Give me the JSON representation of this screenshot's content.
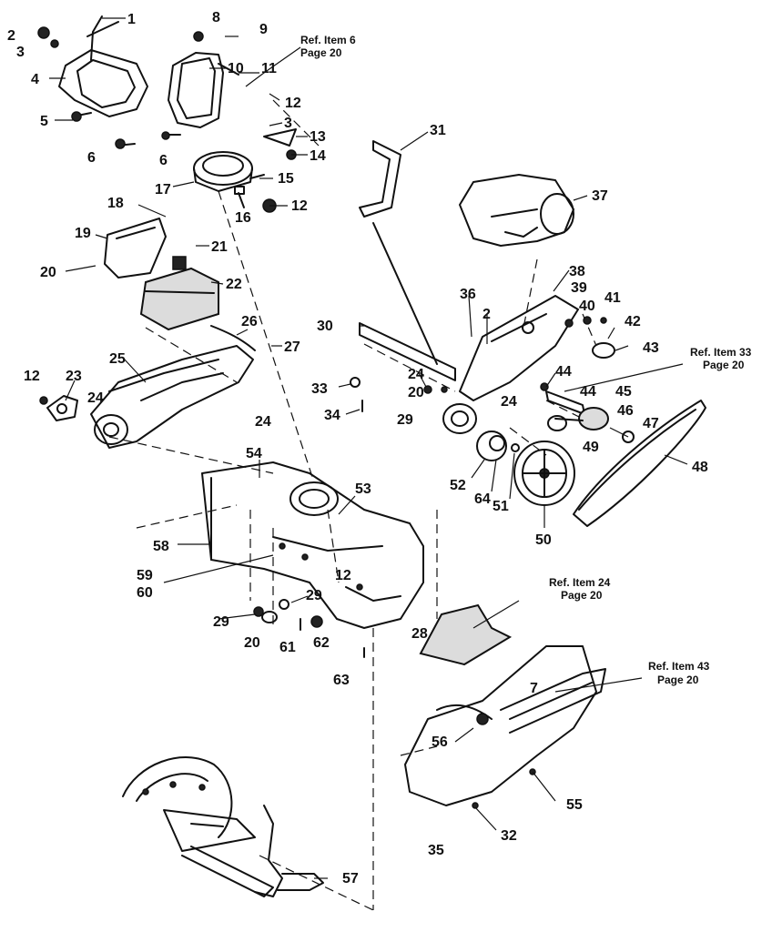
{
  "callouts": [
    {
      "id": "c1",
      "label": "1"
    },
    {
      "id": "c2a",
      "label": "2"
    },
    {
      "id": "c3a",
      "label": "3"
    },
    {
      "id": "c4",
      "label": "4"
    },
    {
      "id": "c5",
      "label": "5"
    },
    {
      "id": "c6a",
      "label": "6"
    },
    {
      "id": "c6b",
      "label": "6"
    },
    {
      "id": "c8",
      "label": "8"
    },
    {
      "id": "c9",
      "label": "9"
    },
    {
      "id": "c10",
      "label": "10"
    },
    {
      "id": "c11",
      "label": "11"
    },
    {
      "id": "c12a",
      "label": "12"
    },
    {
      "id": "c3b",
      "label": "3"
    },
    {
      "id": "c13",
      "label": "13"
    },
    {
      "id": "c14",
      "label": "14"
    },
    {
      "id": "c15",
      "label": "15"
    },
    {
      "id": "c16",
      "label": "16"
    },
    {
      "id": "c12b",
      "label": "12"
    },
    {
      "id": "c17",
      "label": "17"
    },
    {
      "id": "c18",
      "label": "18"
    },
    {
      "id": "c19",
      "label": "19"
    },
    {
      "id": "c20a",
      "label": "20"
    },
    {
      "id": "c21",
      "label": "21"
    },
    {
      "id": "c22",
      "label": "22"
    },
    {
      "id": "c26",
      "label": "26"
    },
    {
      "id": "c27",
      "label": "27"
    },
    {
      "id": "c25",
      "label": "25"
    },
    {
      "id": "c12c",
      "label": "12"
    },
    {
      "id": "c23",
      "label": "23"
    },
    {
      "id": "c24a",
      "label": "24"
    },
    {
      "id": "c24b",
      "label": "24"
    },
    {
      "id": "c31",
      "label": "31"
    },
    {
      "id": "c37",
      "label": "37"
    },
    {
      "id": "c38",
      "label": "38"
    },
    {
      "id": "c36",
      "label": "36"
    },
    {
      "id": "c2b",
      "label": "2"
    },
    {
      "id": "c39",
      "label": "39"
    },
    {
      "id": "c40",
      "label": "40"
    },
    {
      "id": "c41",
      "label": "41"
    },
    {
      "id": "c42",
      "label": "42"
    },
    {
      "id": "c43",
      "label": "43"
    },
    {
      "id": "c30",
      "label": "30"
    },
    {
      "id": "c33",
      "label": "33"
    },
    {
      "id": "c24c",
      "label": "24"
    },
    {
      "id": "c20b",
      "label": "20"
    },
    {
      "id": "c34",
      "label": "34"
    },
    {
      "id": "c29a",
      "label": "29"
    },
    {
      "id": "c24d",
      "label": "24"
    },
    {
      "id": "c44a",
      "label": "44"
    },
    {
      "id": "c44b",
      "label": "44"
    },
    {
      "id": "c45",
      "label": "45"
    },
    {
      "id": "c46",
      "label": "46"
    },
    {
      "id": "c47",
      "label": "47"
    },
    {
      "id": "c49",
      "label": "49"
    },
    {
      "id": "c48",
      "label": "48"
    },
    {
      "id": "c52",
      "label": "52"
    },
    {
      "id": "c64",
      "label": "64"
    },
    {
      "id": "c51",
      "label": "51"
    },
    {
      "id": "c50",
      "label": "50"
    },
    {
      "id": "c54",
      "label": "54"
    },
    {
      "id": "c53",
      "label": "53"
    },
    {
      "id": "c58",
      "label": "58"
    },
    {
      "id": "c59",
      "label": "59"
    },
    {
      "id": "c60",
      "label": "60"
    },
    {
      "id": "c12d",
      "label": "12"
    },
    {
      "id": "c29b",
      "label": "29"
    },
    {
      "id": "c29c",
      "label": "29"
    },
    {
      "id": "c20c",
      "label": "20"
    },
    {
      "id": "c61",
      "label": "61"
    },
    {
      "id": "c62",
      "label": "62"
    },
    {
      "id": "c28",
      "label": "28"
    },
    {
      "id": "c63",
      "label": "63"
    },
    {
      "id": "c7",
      "label": "7"
    },
    {
      "id": "c56",
      "label": "56"
    },
    {
      "id": "c55",
      "label": "55"
    },
    {
      "id": "c32",
      "label": "32"
    },
    {
      "id": "c35",
      "label": "35"
    },
    {
      "id": "c57",
      "label": "57"
    }
  ],
  "references": [
    {
      "id": "r6",
      "line1": "Ref. Item 6",
      "line2": "Page 20"
    },
    {
      "id": "r33",
      "line1": "Ref. Item 33",
      "line2": "Page 20"
    },
    {
      "id": "r24",
      "line1": "Ref. Item 24",
      "line2": "Page 20"
    },
    {
      "id": "r43",
      "line1": "Ref. Item 43",
      "line2": "Page 20"
    }
  ]
}
